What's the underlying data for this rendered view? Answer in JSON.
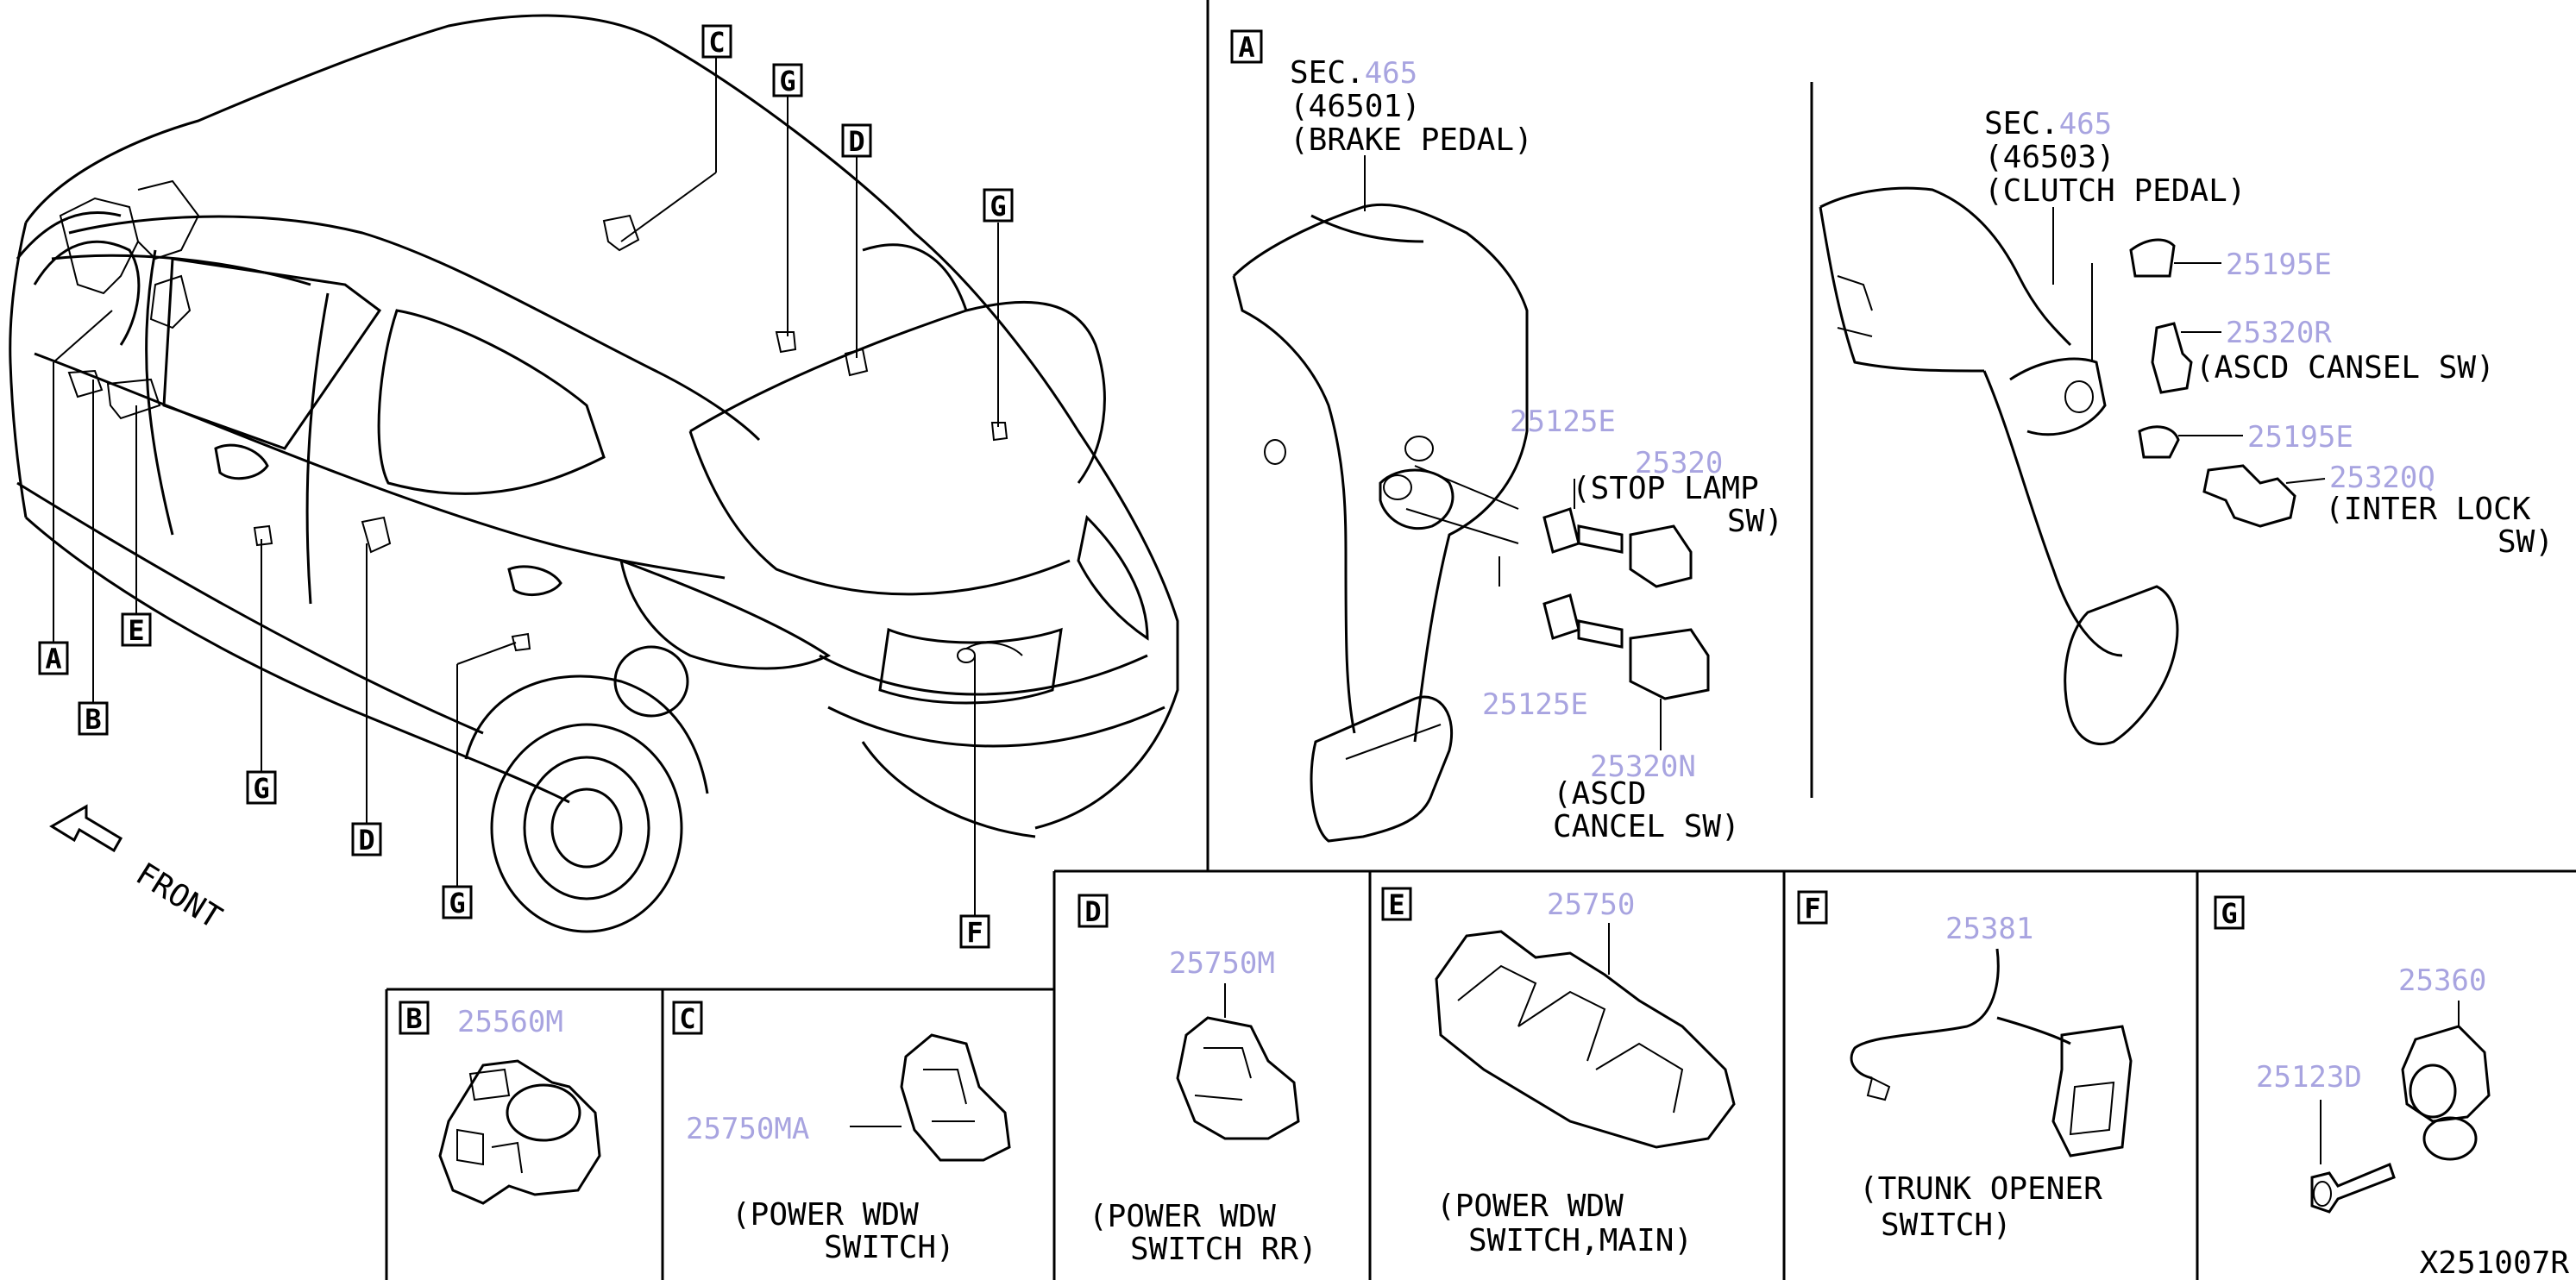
{
  "letters": [
    "A",
    "B",
    "C",
    "D",
    "E",
    "F",
    "G"
  ],
  "main_view": {
    "front_label": "FRONT"
  },
  "panel_a": {
    "letter": "A",
    "brake": {
      "sec": "SEC.",
      "sec_num": "465",
      "line2": "(46501)",
      "line3": "(BRAKE PEDAL)"
    },
    "clutch": {
      "sec": "SEC.",
      "sec_num": "465",
      "line2": "(46503)",
      "line3": "(CLUTCH PEDAL)"
    },
    "parts": [
      {
        "num": "25125E"
      },
      {
        "num": "25320"
      },
      {
        "num": "25125E"
      },
      {
        "num": "25320N"
      },
      {
        "num": "25195E"
      },
      {
        "num": "25320R"
      },
      {
        "num": "25195E"
      },
      {
        "num": "25320Q"
      }
    ],
    "labels": {
      "stop_lamp_1": "(STOP LAMP",
      "stop_lamp_2": "SW)",
      "ascd_1": "(ASCD",
      "ascd_2": "CANCEL SW)",
      "ascd_cansel": "(ASCD CANSEL SW)",
      "inter_lock_1": "(INTER LOCK",
      "inter_lock_2": "SW)"
    }
  },
  "panels": {
    "b": {
      "letter": "B",
      "part": "25560M"
    },
    "c": {
      "letter": "C",
      "part": "25750MA",
      "label1": "(POWER WDW",
      "label2": "SWITCH)"
    },
    "d": {
      "letter": "D",
      "part": "25750M",
      "label1": "(POWER WDW",
      "label2": "SWITCH RR)"
    },
    "e": {
      "letter": "E",
      "part": "25750",
      "label1": "(POWER WDW",
      "label2": "SWITCH,MAIN)"
    },
    "f": {
      "letter": "F",
      "part": "25381",
      "label1": "(TRUNK OPENER",
      "label2": "SWITCH)"
    },
    "g": {
      "letter": "G",
      "part1": "25360",
      "part2": "25123D"
    }
  },
  "diagram_id": "X251007R",
  "colors": {
    "line": "#000000",
    "part_number": "#a8a4e0",
    "background": "#ffffff"
  }
}
